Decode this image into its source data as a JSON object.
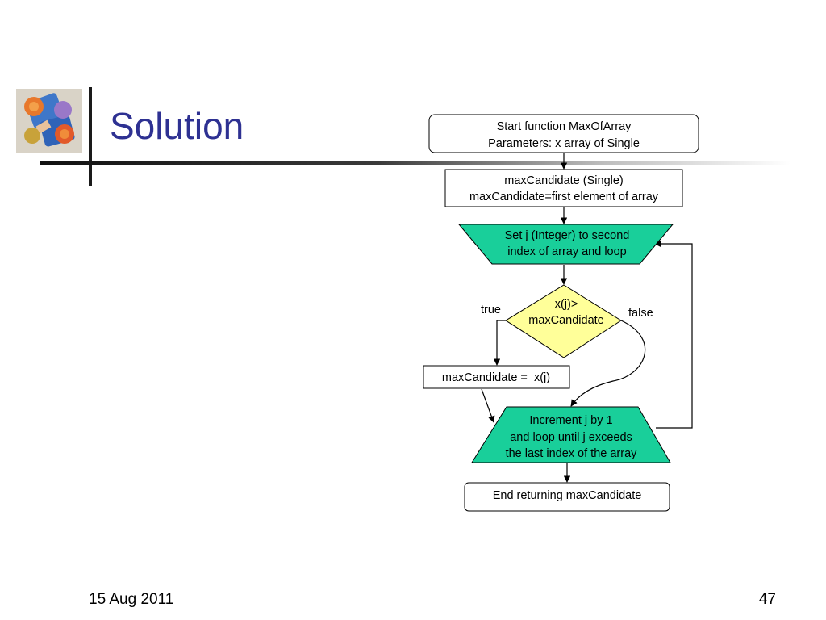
{
  "slide": {
    "title": "Solution",
    "date": "15 Aug 2011",
    "page_number": "47"
  },
  "flowchart": {
    "start": [
      "Start function MaxOfArray",
      "Parameters: x array of Single"
    ],
    "declare": [
      "maxCandidate (Single)",
      "maxCandidate=first element of array"
    ],
    "loop_start": [
      "Set j (Integer) to second",
      "index of array and loop"
    ],
    "decision": [
      "x(j)>",
      "maxCandidate"
    ],
    "label_true": "true",
    "label_false": "false",
    "assign": "maxCandidate =  x(j)",
    "loop_end": [
      "Increment j by 1",
      "and loop until j exceeds",
      "the last index of the array"
    ],
    "end": "End returning maxCandidate",
    "colors": {
      "loop_fill": "#19cf9a",
      "decision_fill": "#ffff99",
      "title_color": "#2e3192"
    }
  }
}
